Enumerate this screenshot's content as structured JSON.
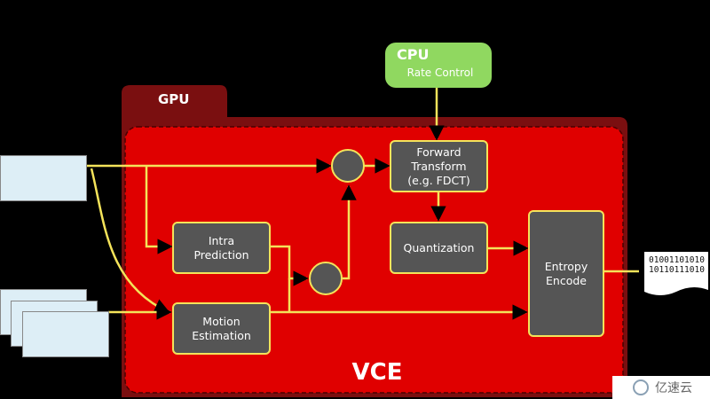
{
  "gpu": {
    "label": "GPU"
  },
  "cpu": {
    "title": "CPU",
    "subtitle": "Rate Control"
  },
  "vce": {
    "label": "VCE"
  },
  "blocks": {
    "forward_transform": [
      "Forward",
      "Transform",
      "(e.g. FDCT)"
    ],
    "quantization": [
      "Quantization"
    ],
    "intra_prediction": [
      "Intra",
      "Prediction"
    ],
    "motion_estimation": [
      "Motion",
      "Estimation"
    ],
    "entropy_encode": [
      "Entropy",
      "Encode"
    ]
  },
  "bitstream": {
    "line1": "01001101010",
    "line2": "10110111010"
  },
  "watermark": {
    "text": "亿速云"
  },
  "colors": {
    "gpu_outer": "#7a0f10",
    "vce_fill": "#e00000",
    "block_fill": "#555555",
    "connector": "#f4e35a",
    "cpu_fill": "#90d860",
    "input_frame": "#ddeef6"
  }
}
